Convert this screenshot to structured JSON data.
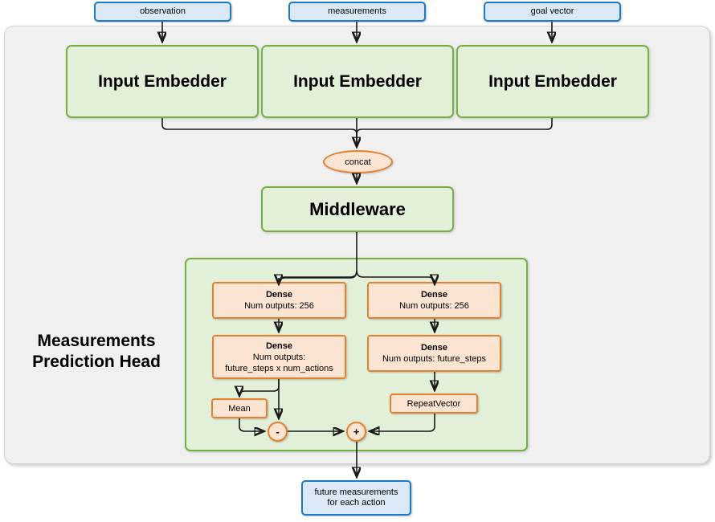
{
  "diagram": {
    "title": "Measurements Prediction Head",
    "inputs": [
      {
        "label": "observation"
      },
      {
        "label": "measurements"
      },
      {
        "label": "goal vector"
      }
    ],
    "embedders": [
      {
        "label": "Input Embedder"
      },
      {
        "label": "Input Embedder"
      },
      {
        "label": "Input Embedder"
      }
    ],
    "concat": {
      "label": "concat"
    },
    "middleware": {
      "label": "Middleware"
    },
    "head": {
      "label": "Measurements\nPrediction Head",
      "label_line1": "Measurements",
      "label_line2": "Prediction Head",
      "left_branch": {
        "dense1": {
          "title": "Dense",
          "line1": "Num outputs: 256"
        },
        "dense2": {
          "title": "Dense",
          "line1": "Num outputs:",
          "line2": "future_steps x num_actions"
        },
        "mean": {
          "label": "Mean"
        }
      },
      "right_branch": {
        "dense1": {
          "title": "Dense",
          "line1": "Num outputs: 256"
        },
        "dense2": {
          "title": "Dense",
          "line1": "Num outputs: future_steps"
        },
        "repeat_vector": {
          "label": "RepeatVector"
        }
      },
      "operators": [
        {
          "symbol": "-",
          "name": "subtract"
        },
        {
          "symbol": "+",
          "name": "add"
        }
      ]
    },
    "output": {
      "line1": "future measurements",
      "line2": "for each action"
    },
    "colors": {
      "io_fill": "#dbe9f6",
      "io_border": "#1a7ac2",
      "green_fill": "#e2efd9",
      "green_border": "#76b043",
      "orange_fill": "#fce4d2",
      "orange_border": "#e4812f",
      "panel_fill": "#f0f0f0",
      "panel_border": "#d2d2d2",
      "wire": "#1a1a1a"
    }
  }
}
